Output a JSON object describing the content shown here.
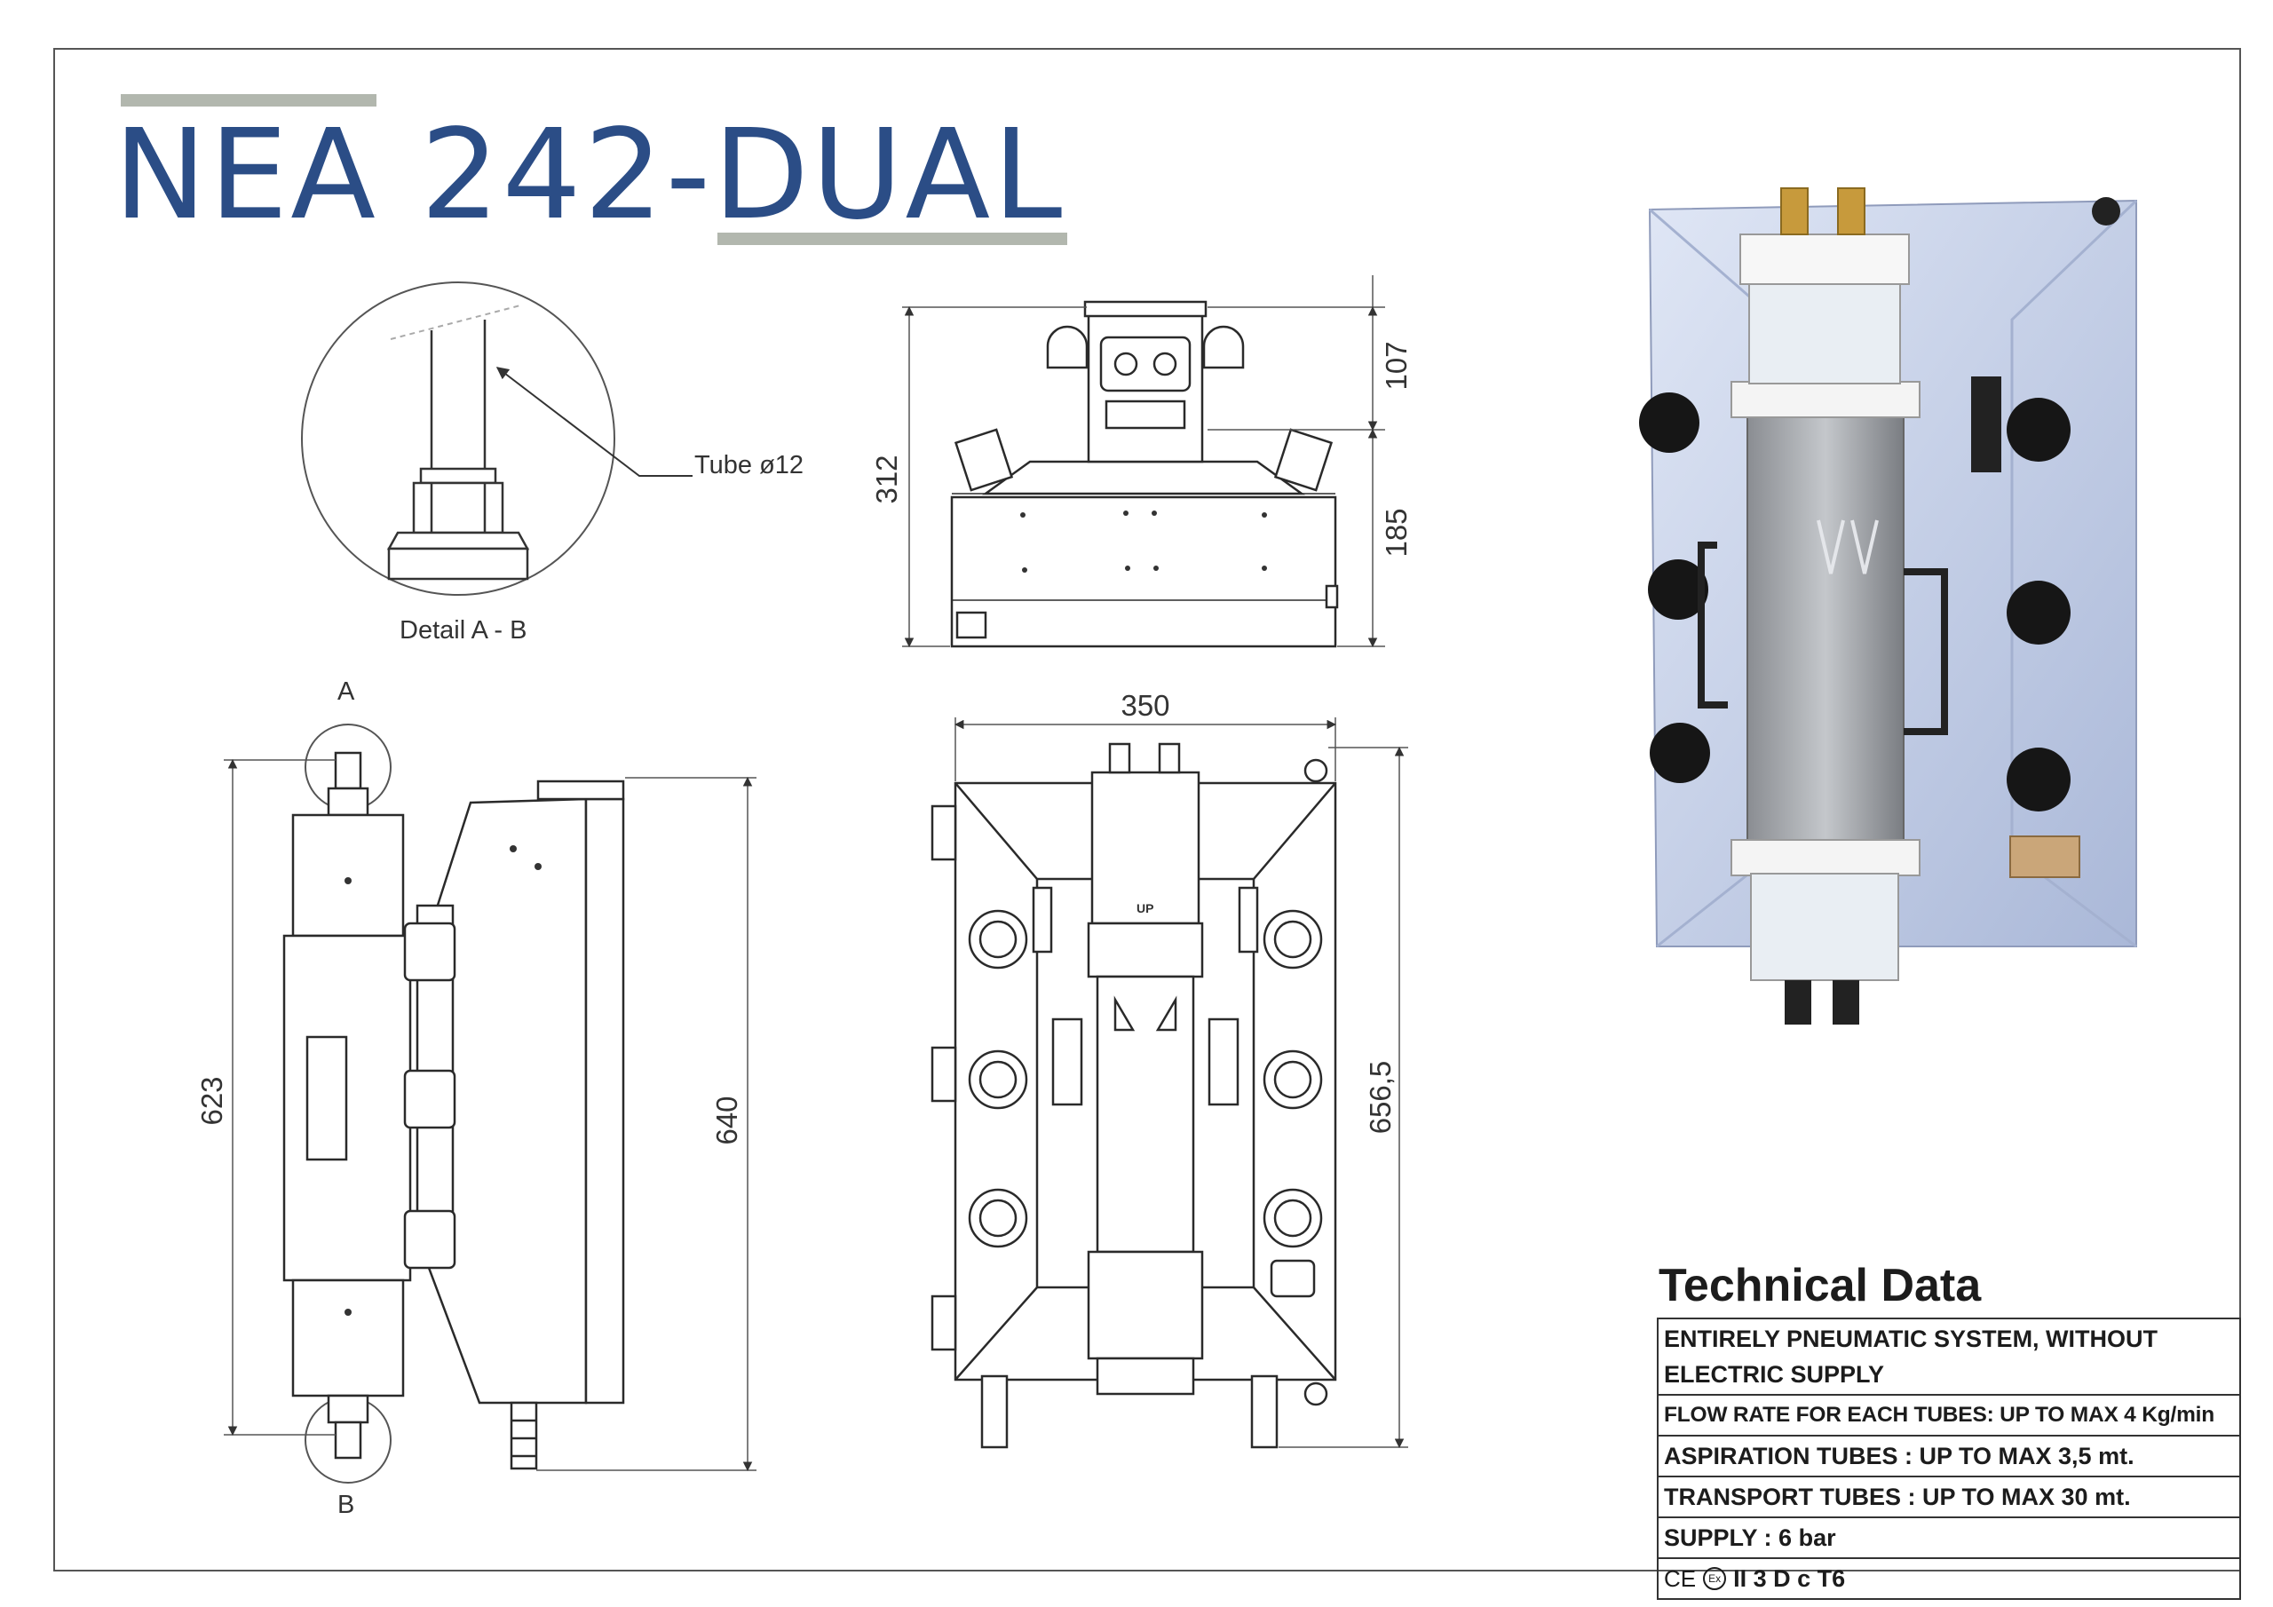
{
  "title": "NEA 242-DUAL",
  "detail": {
    "tube_label": "Tube ø12",
    "caption": "Detail A - B"
  },
  "views": {
    "callout_a": "A",
    "callout_b": "B",
    "up_label": "UP"
  },
  "dimensions": {
    "top_total": "312",
    "top_upper": "107",
    "top_lower": "185",
    "side_inner_height": "623",
    "side_total_height": "640",
    "front_width": "350",
    "front_height": "656,5"
  },
  "technical_data": {
    "heading": "Technical Data",
    "rows": [
      "ENTIRELY PNEUMATIC SYSTEM, WITHOUT ELECTRIC SUPPLY",
      "FLOW RATE FOR EACH TUBES: UP TO MAX 4 Kg/min",
      "ASPIRATION TUBES : UP TO MAX 3,5 mt.",
      "TRANSPORT TUBES : UP TO MAX 30 mt.",
      "SUPPLY : 6 bar"
    ],
    "certification": {
      "ce_mark": "CE",
      "ex_mark": "Ex",
      "rating": "II 3 D c T6"
    }
  },
  "colors": {
    "title": "#2b4d86",
    "accent_bar": "#b2b7ae",
    "line": "#2a2a2a",
    "product_panel": "#c9d4ea"
  }
}
